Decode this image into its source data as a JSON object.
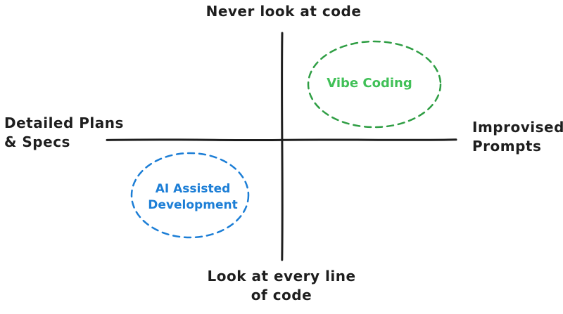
{
  "diagram": {
    "title_implied": "Vibe Coding vs AI Assisted Development quadrant",
    "colors": {
      "background": "#ffffff",
      "axis": "#1e1e1e",
      "green_stroke": "#2f9e44",
      "green_text": "#40c057",
      "blue_stroke": "#1c7ed6",
      "blue_text": "#1c7ed6"
    },
    "axes": {
      "top_label": "Never look at code",
      "bottom_label_lines": [
        "Look at every line",
        "of code"
      ],
      "left_label_lines": [
        "Detailed Plans",
        "& Specs"
      ],
      "right_label_lines": [
        "Improvised",
        "Prompts"
      ]
    },
    "regions": {
      "vibe_coding": {
        "label": "Vibe Coding",
        "quadrant": "top-right"
      },
      "ai_assisted": {
        "label_lines": [
          "AI Assisted",
          "Development"
        ],
        "quadrant": "bottom-left"
      }
    }
  }
}
